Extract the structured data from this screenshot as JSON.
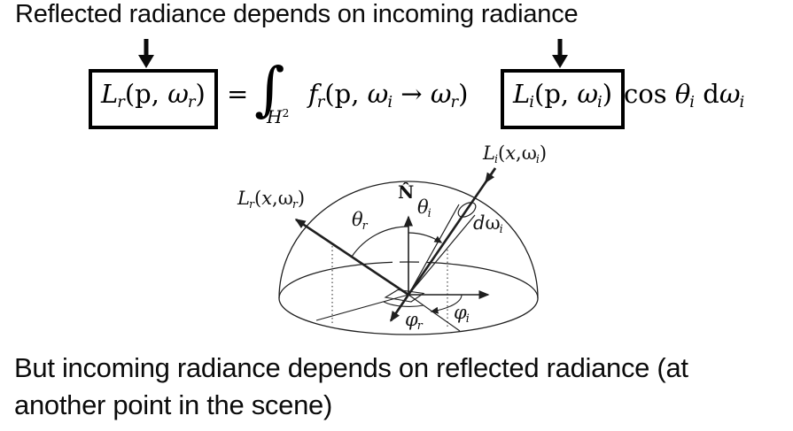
{
  "title": "Reflected radiance depends on incoming radiance",
  "bottom_text": {
    "line1": "But incoming radiance depends on reflected radiance (at",
    "line2": "another point in the scene)"
  },
  "colors": {
    "ink": "#000000",
    "diagram_stroke": "#1f1f1f"
  },
  "equation": {
    "boxed_lhs": [
      {
        "t": "L",
        "s": "it"
      },
      {
        "t": "r",
        "s": "sub"
      },
      {
        "t": "(p, ",
        "s": "rm"
      },
      {
        "t": "ω",
        "s": "it"
      },
      {
        "t": "r",
        "s": "sub"
      },
      {
        "t": ")",
        "s": "rm"
      }
    ],
    "equals": "=",
    "integral_sign": "∫",
    "integral_domain": [
      {
        "t": "H",
        "s": "it"
      },
      {
        "t": "2",
        "s": "sup"
      }
    ],
    "brdf_term": [
      {
        "t": "f",
        "s": "it"
      },
      {
        "t": "r",
        "s": "sub"
      },
      {
        "t": "(p, ",
        "s": "rm"
      },
      {
        "t": "ω",
        "s": "it"
      },
      {
        "t": "i",
        "s": "sub"
      },
      {
        "t": " → ",
        "s": "rm"
      },
      {
        "t": "ω",
        "s": "it"
      },
      {
        "t": "r",
        "s": "sub"
      },
      {
        "t": ")",
        "s": "rm"
      }
    ],
    "boxed_li": [
      {
        "t": "L",
        "s": "it"
      },
      {
        "t": "i",
        "s": "sub"
      },
      {
        "t": "(p, ",
        "s": "rm"
      },
      {
        "t": "ω",
        "s": "it"
      },
      {
        "t": "i",
        "s": "sub"
      },
      {
        "t": ")",
        "s": "rm"
      }
    ],
    "cos_term": [
      {
        "t": "cos ",
        "s": "rm"
      },
      {
        "t": "θ",
        "s": "it"
      },
      {
        "t": "i",
        "s": "sub"
      },
      {
        "t": " d",
        "s": "rm"
      },
      {
        "t": "ω",
        "s": "it"
      },
      {
        "t": "i",
        "s": "sub"
      }
    ]
  },
  "diagram": {
    "labels": {
      "lr": [
        {
          "t": "L",
          "s": "it"
        },
        {
          "t": "r",
          "s": "sub"
        },
        {
          "t": "(",
          "s": "rm"
        },
        {
          "t": "x",
          "s": "it"
        },
        {
          "t": ",",
          "s": "rm"
        },
        {
          "t": "ω",
          "s": "rm"
        },
        {
          "t": "r",
          "s": "sub"
        },
        {
          "t": ")",
          "s": "rm"
        }
      ],
      "li": [
        {
          "t": "L",
          "s": "it"
        },
        {
          "t": "i",
          "s": "sub"
        },
        {
          "t": "(",
          "s": "rm"
        },
        {
          "t": "x",
          "s": "it"
        },
        {
          "t": ",",
          "s": "rm"
        },
        {
          "t": "ω",
          "s": "rm"
        },
        {
          "t": "i",
          "s": "sub"
        },
        {
          "t": ")",
          "s": "rm"
        }
      ],
      "normal": [
        {
          "t": "N̂",
          "s": "bf"
        }
      ],
      "theta_r": [
        {
          "t": "θ",
          "s": "it"
        },
        {
          "t": "r",
          "s": "sub"
        }
      ],
      "theta_i": [
        {
          "t": "θ",
          "s": "it"
        },
        {
          "t": "i",
          "s": "sub"
        }
      ],
      "phi_r": [
        {
          "t": "φ",
          "s": "it"
        },
        {
          "t": "r",
          "s": "sub"
        }
      ],
      "phi_i": [
        {
          "t": "φ",
          "s": "it"
        },
        {
          "t": "i",
          "s": "sub"
        }
      ],
      "domega_i": [
        {
          "t": "d",
          "s": "it"
        },
        {
          "t": "ω",
          "s": "rm"
        },
        {
          "t": "i",
          "s": "sub"
        }
      ]
    }
  }
}
